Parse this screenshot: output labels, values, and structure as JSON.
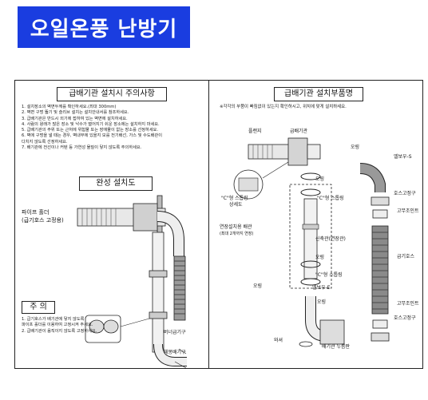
{
  "header": {
    "title": "오일온풍 난방기"
  },
  "left_panel": {
    "precautions_title": "급배기관 설치시 주의사항",
    "precautions": [
      "1. 설치장소의 벽면두께를 확인하세요.(최대 300mm)",
      "2. 벽면 구멍 뚫기 및 슬리브 설치는 설치안내서를 참조하세요.",
      "3. 급배기관은 반드시 외기에 접하여 있는 벽면에 설치하세요.",
      "4. 사람의 왕래가 많은 장소 및 낙수가 떨어지기 쉬운 장소에는 설치하지 마세요.",
      "5. 급배기관의 주위 또는 근처에 위험물 또는 장애물이 없는 장소를 선정하세요.",
      "6. 벽에 구멍을 낼 때는 경우, 벽내부에 있을지 모를 전기배선, 가스 및 수도배관이",
      "   다치지 않도록 선정하세요.",
      "7. 배기관에 전선이나 커텐 등 가연성 물질이 닿지 않도록 주의하세요."
    ],
    "install_title": "완성 설치도",
    "labels": {
      "pipe_holder": "파이프 홀더",
      "pipe_holder_sub": "(급기호스 고정용)",
      "supply_pipe": "버너급기구",
      "body_exhaust": "체몽배기구"
    },
    "caution_title": "주 의",
    "cautions": [
      "1. 급기호스가 배기관에 닿지 않도록",
      "   파이프 홀더를 이용하여 고정시켜 주세요.",
      "2. 급배기관이 움직이지 않도록 고정하세요."
    ]
  },
  "right_panel": {
    "parts_title": "급배기관 설치부품명",
    "note": "※각각의 부품이 빠짐없이 있는지 확인하시고, 위치에 맞게 설치하세요.",
    "labels": {
      "flange": "플랜지",
      "supply_exhaust_pipe": "급배기관",
      "o_ring": "오링",
      "elbow_s": "엘보우-S",
      "c_clamp_detail": "\"C\"형 스톱링",
      "detail_view": "상세도",
      "c_clamp": "\"C\"형 스톱링",
      "hose_clamp": "호스고정구",
      "hose_joint": "고무조인트",
      "ext_pipe": "연장설치용 배관",
      "ext_pipe_sub": "(최대 2개까지 연장)",
      "extension": "신축관(연장관)",
      "supply_hose": "급기호스",
      "elbow_e": "엘보우-E",
      "washer": "와셔",
      "exhaust_holder": "배기관 누름판"
    }
  },
  "colors": {
    "banner": "#1a3de0",
    "line": "#222222"
  }
}
